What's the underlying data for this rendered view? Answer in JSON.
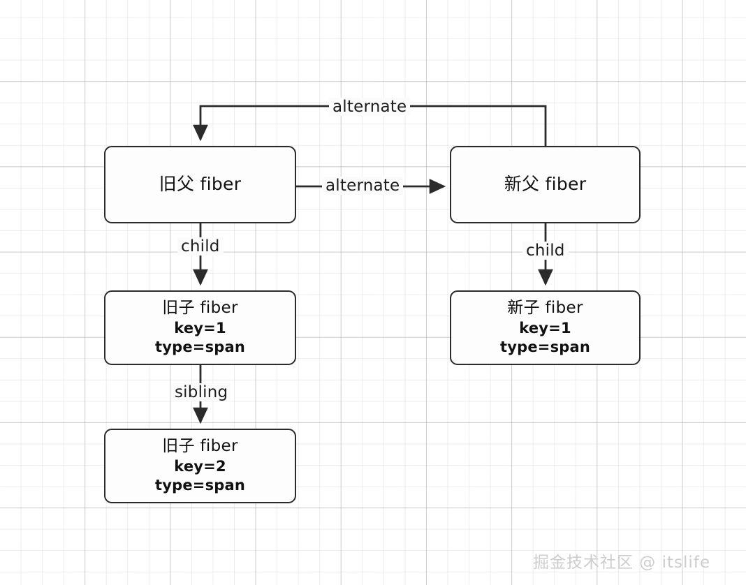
{
  "diagram": {
    "type": "flowchart",
    "title_visible": false,
    "background": {
      "style": "graph-paper-grid",
      "color": "#ffffff",
      "grid_color": "#e9e9e9"
    },
    "palette": {
      "node_border": "#2b2b2b",
      "node_fill": "#fdfdfd",
      "text": "#111111",
      "edge": "#2b2b2b",
      "watermark": "#cdcdcd"
    },
    "nodes": [
      {
        "id": "old-parent",
        "title": "旧父 fiber",
        "attrs": []
      },
      {
        "id": "new-parent",
        "title": "新父 fiber",
        "attrs": []
      },
      {
        "id": "old-child-1",
        "title": "旧子 fiber",
        "attrs": [
          "key=1",
          "type=span"
        ]
      },
      {
        "id": "new-child-1",
        "title": "新子 fiber",
        "attrs": [
          "key=1",
          "type=span"
        ]
      },
      {
        "id": "old-child-2",
        "title": "旧子 fiber",
        "attrs": [
          "key=2",
          "type=span"
        ]
      }
    ],
    "edges": [
      {
        "id": "alternate-top",
        "label": "alternate",
        "from": "new-parent",
        "to": "old-parent",
        "routing": "orthogonal-top",
        "arrow": "end"
      },
      {
        "id": "alternate-middle",
        "label": "alternate",
        "from": "old-parent",
        "to": "new-parent",
        "routing": "straight-horizontal",
        "arrow": "end"
      },
      {
        "id": "child-left",
        "label": "child",
        "from": "old-parent",
        "to": "old-child-1",
        "routing": "straight-vertical",
        "arrow": "end"
      },
      {
        "id": "child-right",
        "label": "child",
        "from": "new-parent",
        "to": "new-child-1",
        "routing": "straight-vertical",
        "arrow": "end"
      },
      {
        "id": "sibling",
        "label": "sibling",
        "from": "old-child-1",
        "to": "old-child-2",
        "routing": "straight-vertical",
        "arrow": "end"
      }
    ]
  },
  "watermark": {
    "text": "掘金技术社区 @ itslife"
  }
}
